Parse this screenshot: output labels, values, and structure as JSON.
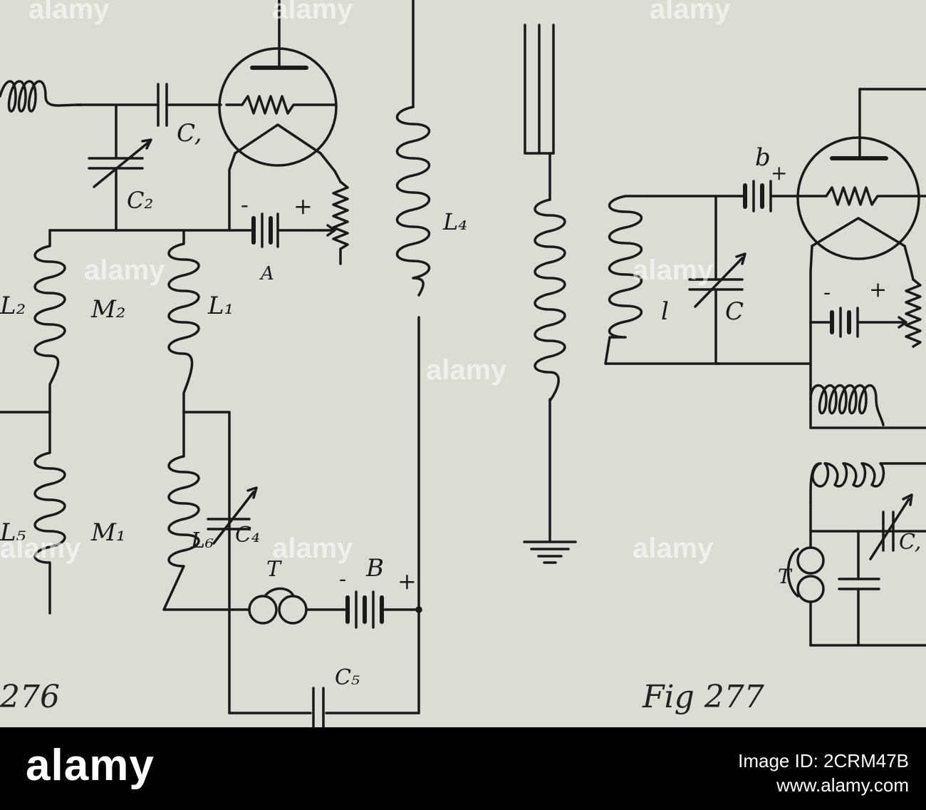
{
  "figures": {
    "fig276_caption": "276",
    "fig277_caption": "Fig 277"
  },
  "labels": {
    "C1": "C,",
    "C2": "C₂",
    "A": "A",
    "L4": "L₄",
    "L2": "L₂",
    "M2": "M₂",
    "L1": "L₁",
    "L5": "L₅",
    "M1": "M₁",
    "L6": "L₆",
    "C4": "C₄",
    "T_left": "T",
    "B": "B",
    "C5": "C₅",
    "b": "b",
    "l": "l",
    "C_right": "C",
    "C_partial": "C,",
    "T_right": "T",
    "plus": "+",
    "minus": "-"
  },
  "watermark": {
    "text": "alamy"
  },
  "footer": {
    "logo": "alamy",
    "image_id": "Image ID: 2CRM47B",
    "url": "www.alamy.com"
  },
  "colors": {
    "paper": "#dcdcd6",
    "ink": "#1a1a1a",
    "footer_bg": "#000000",
    "footer_text": "#ffffff"
  }
}
